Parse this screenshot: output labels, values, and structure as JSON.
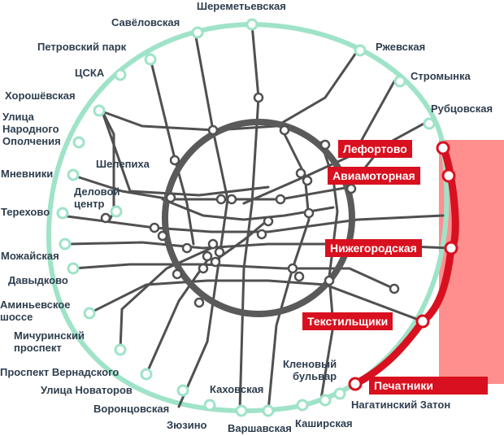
{
  "colors": {
    "ring": "#9fe3c8",
    "circle_line": "#5a5a5a",
    "lines": "#505050",
    "highlight": "#d8101f",
    "highlight_area": "#ff8f8f",
    "label": "#2e3e4e"
  },
  "stations": {
    "sheremetyevskaya": "Шереметьевская",
    "savelovskaya": "Савёловская",
    "petrovsky_park": "Петровский парк",
    "cska": "ЦСКА",
    "khoroshevskaya": "Хорошёвская",
    "narodnogo_opolcheniya": "Улица\nНародного\nОполчения",
    "mnevniki": "Мневники",
    "shelepikha": "Шелепиха",
    "delovoy_tsentr": "Деловой\nцентр",
    "terekhovo": "Терехово",
    "mozhayskaya": "Можайская",
    "davydkovo": "Давыдково",
    "aminyevskoe": "Аминьевское\nшоссе",
    "michurinsky": "Мичуринский\nпроспект",
    "vernadskogo": "Проспект Вернадского",
    "novatorov": "Улица Новаторов",
    "vorontsovskaya": "Воронцовская",
    "zyuzino": "Зюзино",
    "kakhovskaya": "Каховская",
    "varshavskaya": "Варшавская",
    "kashirskaya": "Каширская",
    "nagatinsky_zaton": "Нагатинский Затон",
    "klenovy_bulvar": "Кленовый\nбульвар",
    "rzhevskaya": "Ржевская",
    "stromynka": "Стромынка",
    "rubtsovskaya": "Рубцовская"
  },
  "highlighted": {
    "lefortovo": "Лефортово",
    "aviamotornaya": "Авиамоторная",
    "nizhegorodskaya": "Нижегородская",
    "tekstilshchiki": "Текстильщики",
    "pechatniki": "Печатники"
  }
}
